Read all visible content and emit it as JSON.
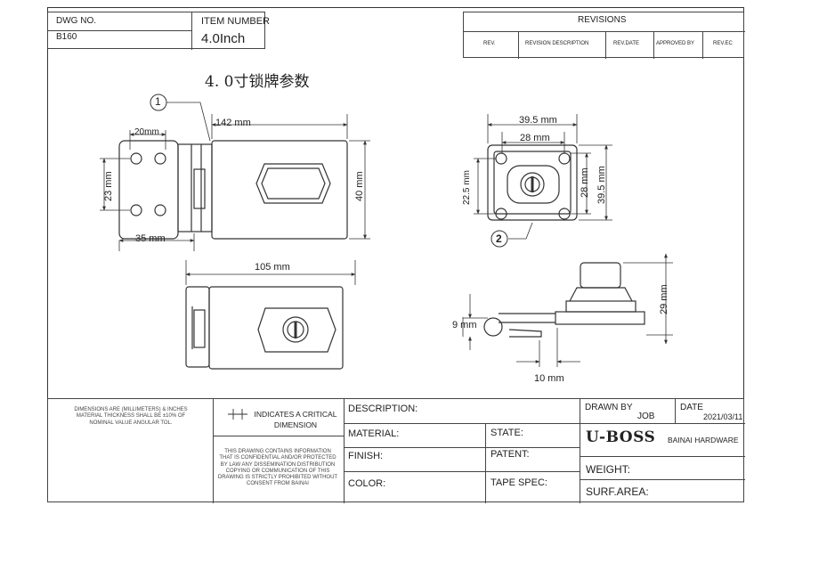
{
  "header": {
    "dwg_no_label": "DWG NO.",
    "dwg_no_value": "B160",
    "item_number_label": "ITEM NUMBER",
    "item_number_value": "4.0Inch",
    "revisions_title": "REVISIONS",
    "revision_columns": [
      "REV.",
      "REVISION DESCRIPTION",
      "REV.DATE",
      "APPROVED BY",
      "REV.EC"
    ]
  },
  "drawing": {
    "title": "4. 0寸锁牌参数",
    "callout_1": "1",
    "callout_2": "2",
    "dims": {
      "d142": "142 mm",
      "d20": "20mm",
      "d23": "23 mm",
      "d40": "40 mm",
      "d35": "35 mm",
      "d105": "105 mm",
      "d39_5_top": "39.5 mm",
      "d28_top": "28 mm",
      "d22_5": "22.5 mm",
      "d28_side": "28 mm",
      "d39_5_side": "39.5 mm",
      "d29": "29 mm",
      "d9": "9 mm",
      "d10": "10 mm"
    }
  },
  "title_block": {
    "dimensions_note": "DIMENSIONS ARE (MILLIMETERS) & INCHES MATERIAL THICKNESS SHALL BE ±10% OF NOMINAL VALUE ANGULAR TOL.",
    "critical_label": "INDICATES A CRITICAL DIMENSION",
    "confidential_note": "THIS DRAWING CONTAINS INFORMATION THAT IS CONFIDENTIAL AND/OR PROTECTED BY LAW ANY DISSEMINATION DISTRIBUTION COPYING OR COMMUNICATION OF THIS DRAWING IS STRICTLY PROHIBITED WITHOUT CONSENT FROM BAINAI",
    "description_label": "DESCRIPTION:",
    "material_label": "MATERIAL:",
    "finish_label": "FINISH:",
    "color_label": "COLOR:",
    "state_label": "STATE:",
    "patent_label": "PATENT:",
    "tape_spec_label": "TAPE SPEC:",
    "drawn_by_label": "DRAWN BY",
    "drawn_by_value": "JOB",
    "date_label": "DATE",
    "date_value": "2021/03/11",
    "brand": "U-BOSS",
    "company": "BAINAI HARDWARE",
    "weight_label": "WEIGHT:",
    "surf_area_label": "SURF.AREA:"
  }
}
